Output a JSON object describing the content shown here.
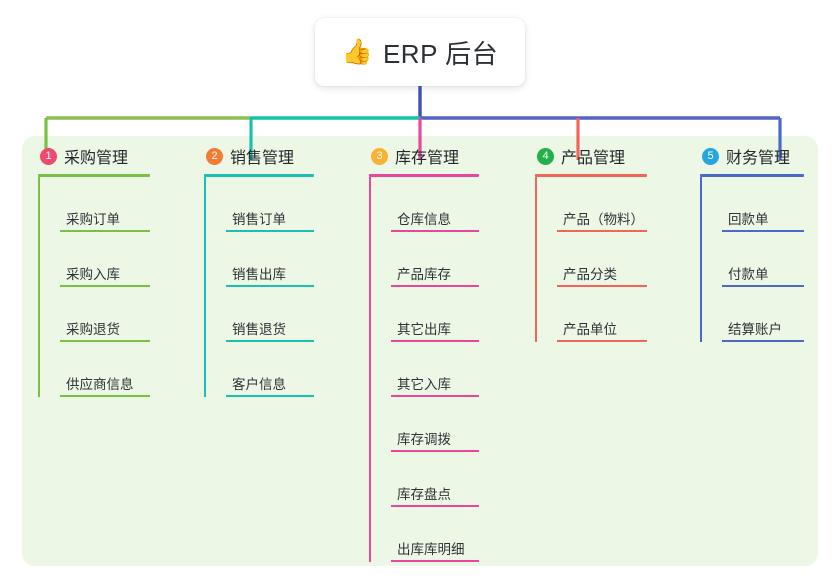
{
  "root": {
    "icon": "thumbs-up-icon",
    "emoji": "👍",
    "title": "ERP 后台"
  },
  "colors": {
    "panel_bg": "#ecf7e6",
    "root_drop": "#3f51b5",
    "bar_left": "#8cc152",
    "bar_mid": "#13c4a5",
    "bar_right": "#5463c8",
    "col1": "#7ac143",
    "col2": "#1ac0b0",
    "col3": "#e8479d",
    "col4": "#f2665a",
    "col5": "#4a69c9",
    "badge1": "#f0496e",
    "badge2": "#f47b33",
    "badge3": "#f9b233",
    "badge4": "#22b04b",
    "badge5": "#26a6e0",
    "text": "#2f3337"
  },
  "columns": [
    {
      "number": "1",
      "label": "采购管理",
      "badge_color": "#f0496e",
      "line_color": "#7ac143",
      "items": [
        "采购订单",
        "采购入库",
        "采购退货",
        "供应商信息"
      ]
    },
    {
      "number": "2",
      "label": "销售管理",
      "badge_color": "#f47b33",
      "line_color": "#1ac0b0",
      "items": [
        "销售订单",
        "销售出库",
        "销售退货",
        "客户信息"
      ]
    },
    {
      "number": "3",
      "label": "库存管理",
      "badge_color": "#f9b233",
      "line_color": "#e8479d",
      "items": [
        "仓库信息",
        "产品库存",
        "其它出库",
        "其它入库",
        "库存调拨",
        "库存盘点",
        "出库库明细"
      ]
    },
    {
      "number": "4",
      "label": "产品管理",
      "badge_color": "#22b04b",
      "line_color": "#f2665a",
      "items": [
        "产品（物料）",
        "产品分类",
        "产品单位"
      ]
    },
    {
      "number": "5",
      "label": "财务管理",
      "badge_color": "#26a6e0",
      "line_color": "#4a69c9",
      "items": [
        "回款单",
        "付款单",
        "结算账户"
      ]
    }
  ]
}
